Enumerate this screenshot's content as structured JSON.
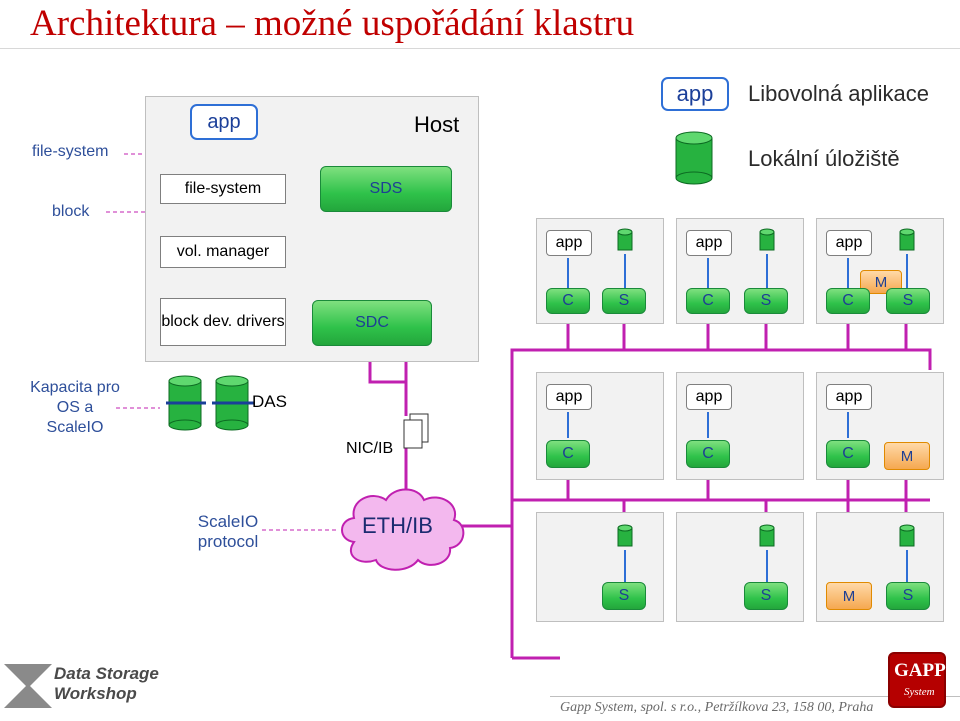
{
  "slide": {
    "title": "Architektura – možné uspořádání klastru",
    "footer": "Gapp System, spol. s r.o., Petržílkova 23, 158 00, Praha"
  },
  "legend": {
    "app_label": "app",
    "app_text": "Libovolná aplikace",
    "storage_text": "Lokální úložiště"
  },
  "left_labels": {
    "filesystem": "file-system",
    "block": "block",
    "capacity": "Kapacita pro OS a ScaleIO",
    "protocol": "ScaleIO protocol"
  },
  "host": {
    "title": "Host",
    "app": "app",
    "filesystem": "file-system",
    "vol_manager": "vol. manager",
    "block_dev": "block dev. drivers",
    "sds": "SDS",
    "sdc": "SDC",
    "das": "DAS",
    "nic": "NIC/IB"
  },
  "network": {
    "label": "ETH/IB"
  },
  "node_labels": {
    "app": "app",
    "c": "C",
    "s": "S",
    "m": "M"
  },
  "brand": {
    "workshop_line1": "Data Storage",
    "workshop_line2": "Workshop",
    "gapp": "GAPP",
    "gapp_sub": "System"
  },
  "colors": {
    "title": "#c00000",
    "label": "#2e4f9a",
    "link": "#c020b0",
    "arrow": "#7a5a5a",
    "storage": "#2fc24a",
    "meta": "#f5a850"
  }
}
